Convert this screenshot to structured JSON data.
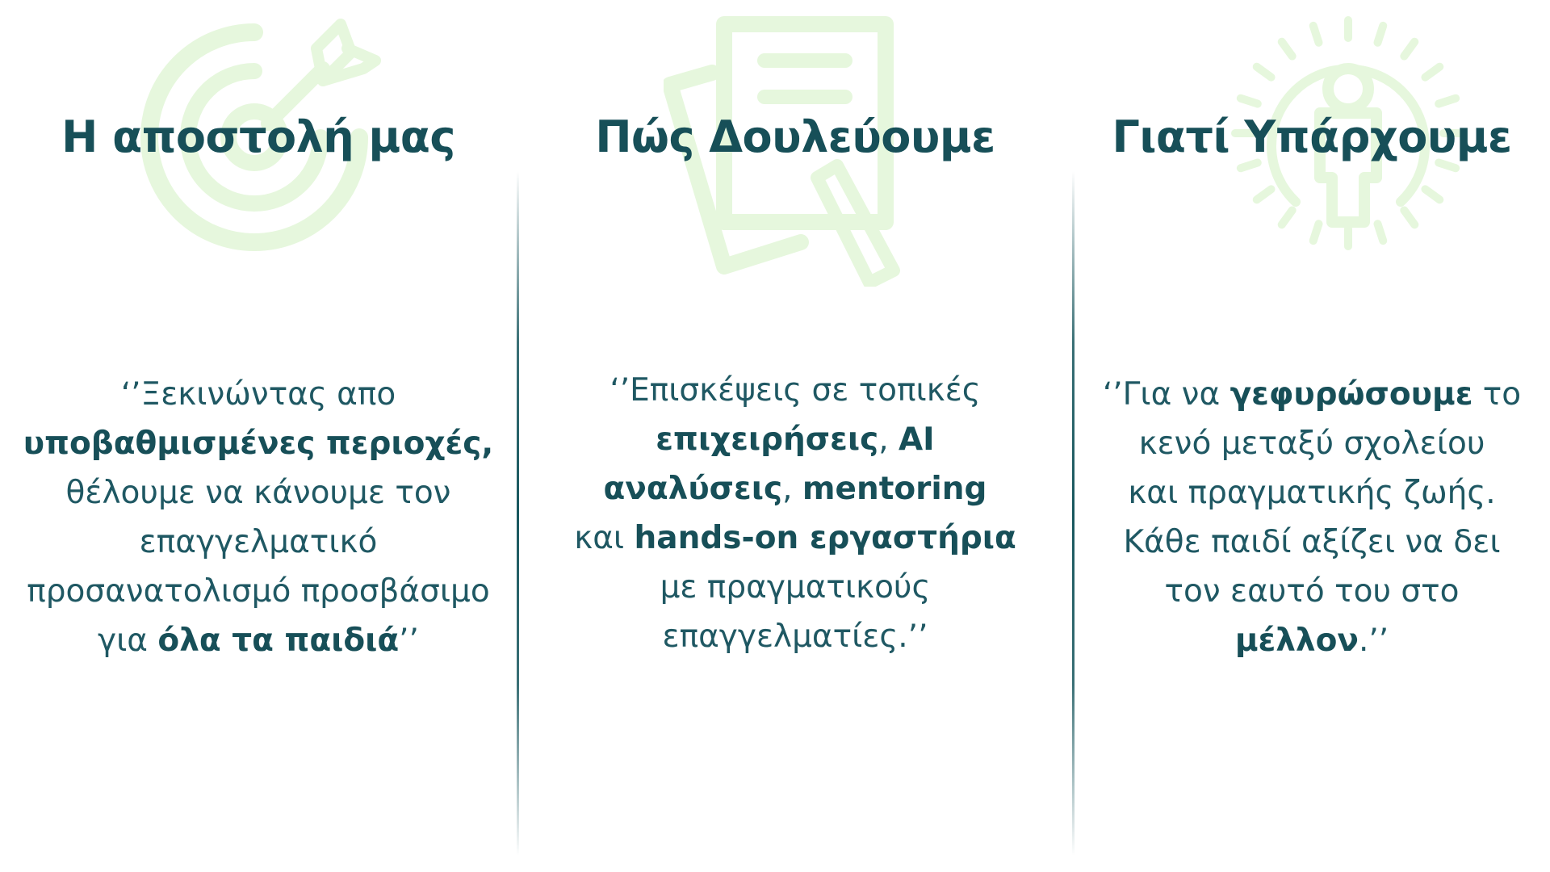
{
  "colors": {
    "heading": "#174f58",
    "text": "#1f5863",
    "icon_tint": "#e6f7dd",
    "divider": "#18575e"
  },
  "columns": [
    {
      "icon": "target-arrow-icon",
      "title": "Η αποστολή μας",
      "quote": {
        "l1": "‘’Ξεκινώντας απο",
        "l2_bold": "υποβαθμισμένες περιοχές,",
        "l3": "θέλουμε να κάνουμε τον",
        "l4": "επαγγελματικό",
        "l5": "προσανατολισμό προσβάσιμο",
        "l6_pre": "για ",
        "l6_bold": "όλα τα παιδιά",
        "l6_post": "’’"
      }
    },
    {
      "icon": "documents-pen-icon",
      "title": "Πώς Δουλεύουμε",
      "quote": {
        "l1": "‘’Επισκέψεις σε τοπικές",
        "l2_bold": "επιχειρήσεις",
        "l2_mid": ", ",
        "l2_bold2": "AI",
        "l3_bold": "αναλύσεις",
        "l3_mid": ", ",
        "l3_bold2": "mentoring",
        "l4_pre": "και ",
        "l4_bold": "hands-on εργαστήρια",
        "l5": "με πραγματικούς",
        "l6": "επαγγελματίες.’’"
      }
    },
    {
      "icon": "person-lightbulb-icon",
      "title": "Γιατί Υπάρχουμε",
      "quote": {
        "l1_pre": "‘’Για να ",
        "l1_bold": "γεφυρώσουμε",
        "l1_post": " το",
        "l2": "κενό μεταξύ σχολείου",
        "l3": "και πραγματικής ζωής.",
        "l4": "Κάθε παιδί αξίζει να δει",
        "l5": "τον εαυτό του στο",
        "l6_bold": "μέλλον",
        "l6_post": ".’’"
      }
    }
  ]
}
